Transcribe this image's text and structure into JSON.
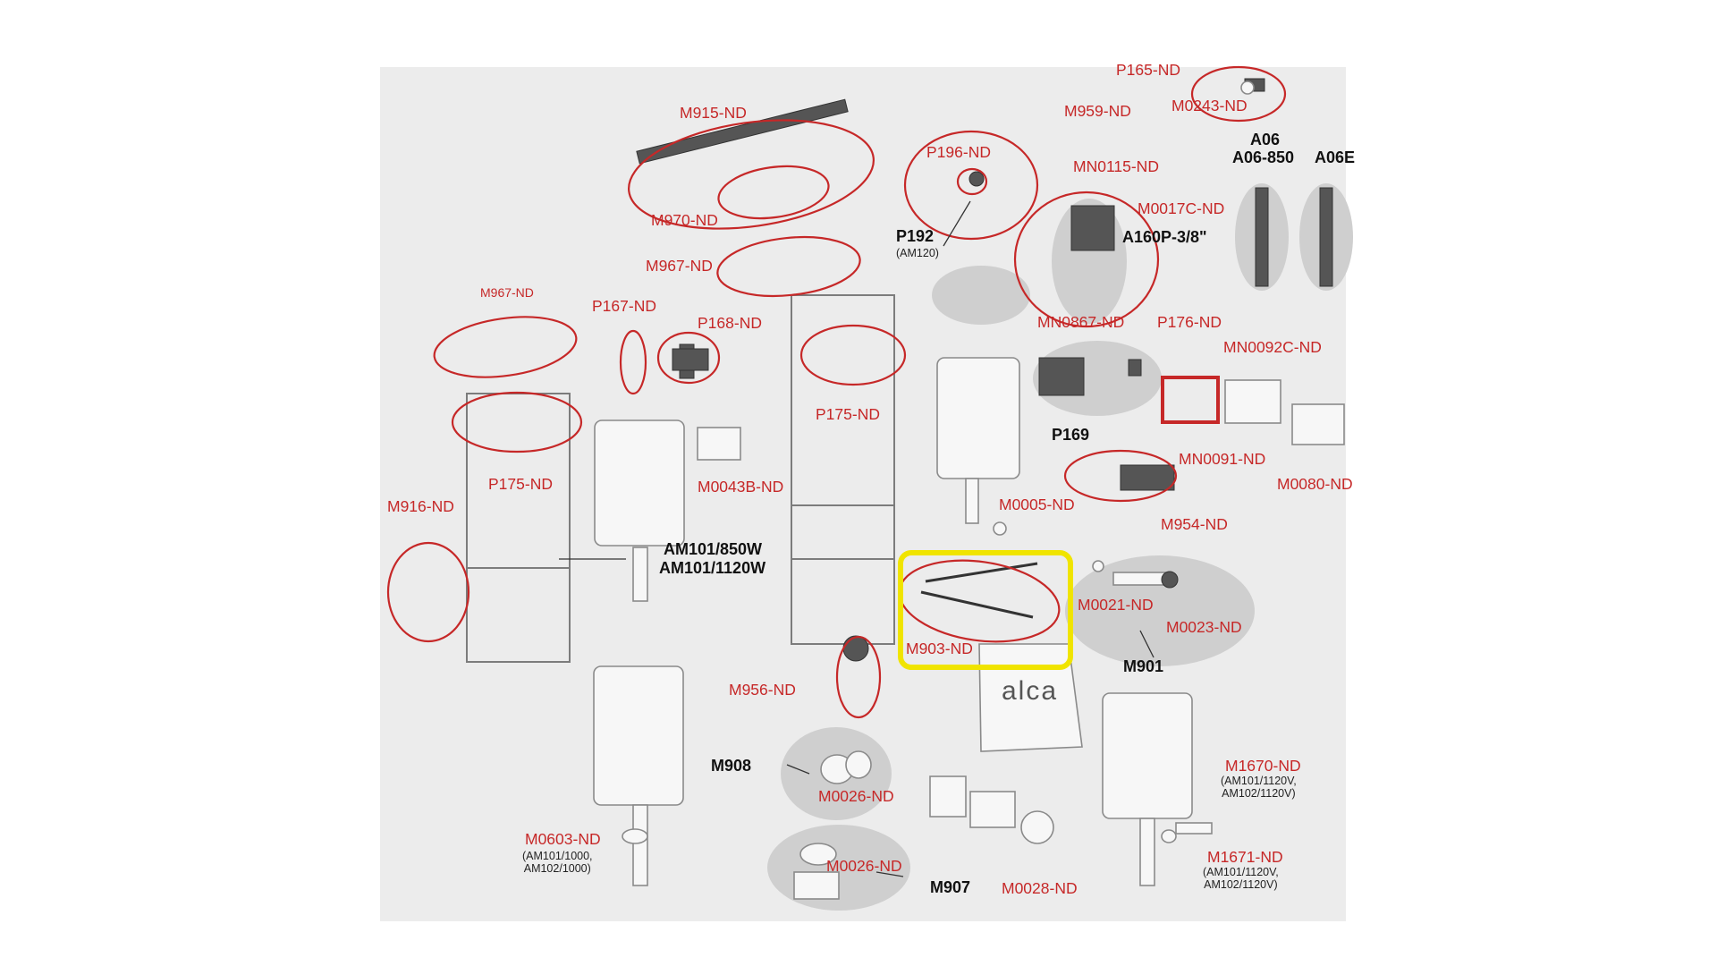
{
  "diagram": {
    "brand": "alca",
    "highlight_color": "#f0e400",
    "label_color": "#c62828",
    "labels": {
      "p165": "P165-ND",
      "m0243": "M0243-ND",
      "m915": "M915-ND",
      "m970": "M970-ND",
      "p196": "P196-ND",
      "p192": "P192",
      "m959": "M959-ND",
      "mn0115": "MN0115-ND",
      "m0017c": "M0017C-ND",
      "m967a": "M967-ND",
      "m967b": "M967-ND",
      "p167": "P167-ND",
      "p168": "P168-ND",
      "p175a": "P175-ND",
      "p175b": "P175-ND",
      "m0043b": "M0043B-ND",
      "m916": "M916-ND",
      "mn0867": "MN0867-ND",
      "p176": "P176-ND",
      "mn0092c": "MN0092C-ND",
      "mn0091": "MN0091-ND",
      "m0080": "M0080-ND",
      "m0005": "M0005-ND",
      "m954": "M954-ND",
      "m903": "M903-ND",
      "m0021": "M0021-ND",
      "m0023": "M0023-ND",
      "m956": "M956-ND",
      "m0026a": "M0026-ND",
      "m0026b": "M0026-ND",
      "m0603": "M0603-ND",
      "m0028": "M0028-ND",
      "m1670": "M1670-ND",
      "m1671": "M1671-ND"
    },
    "black_labels": {
      "a06": "A06",
      "a06_850": "A06-850",
      "a06e": "A06E",
      "a160p": "A160P-3/8\"",
      "p169": "P169",
      "am101_850": "AM101/850W",
      "am101_1120": "AM101/1120W",
      "m901": "M901",
      "m908": "M908",
      "m907": "M907"
    },
    "notes": {
      "p192": "(AM120)",
      "m0603": "(AM101/1000,\nAM102/1000)",
      "m1670": "(AM101/1120V,\nAM102/1120V)",
      "m1671": "(AM101/1120V,\nAM102/1120V)"
    }
  }
}
